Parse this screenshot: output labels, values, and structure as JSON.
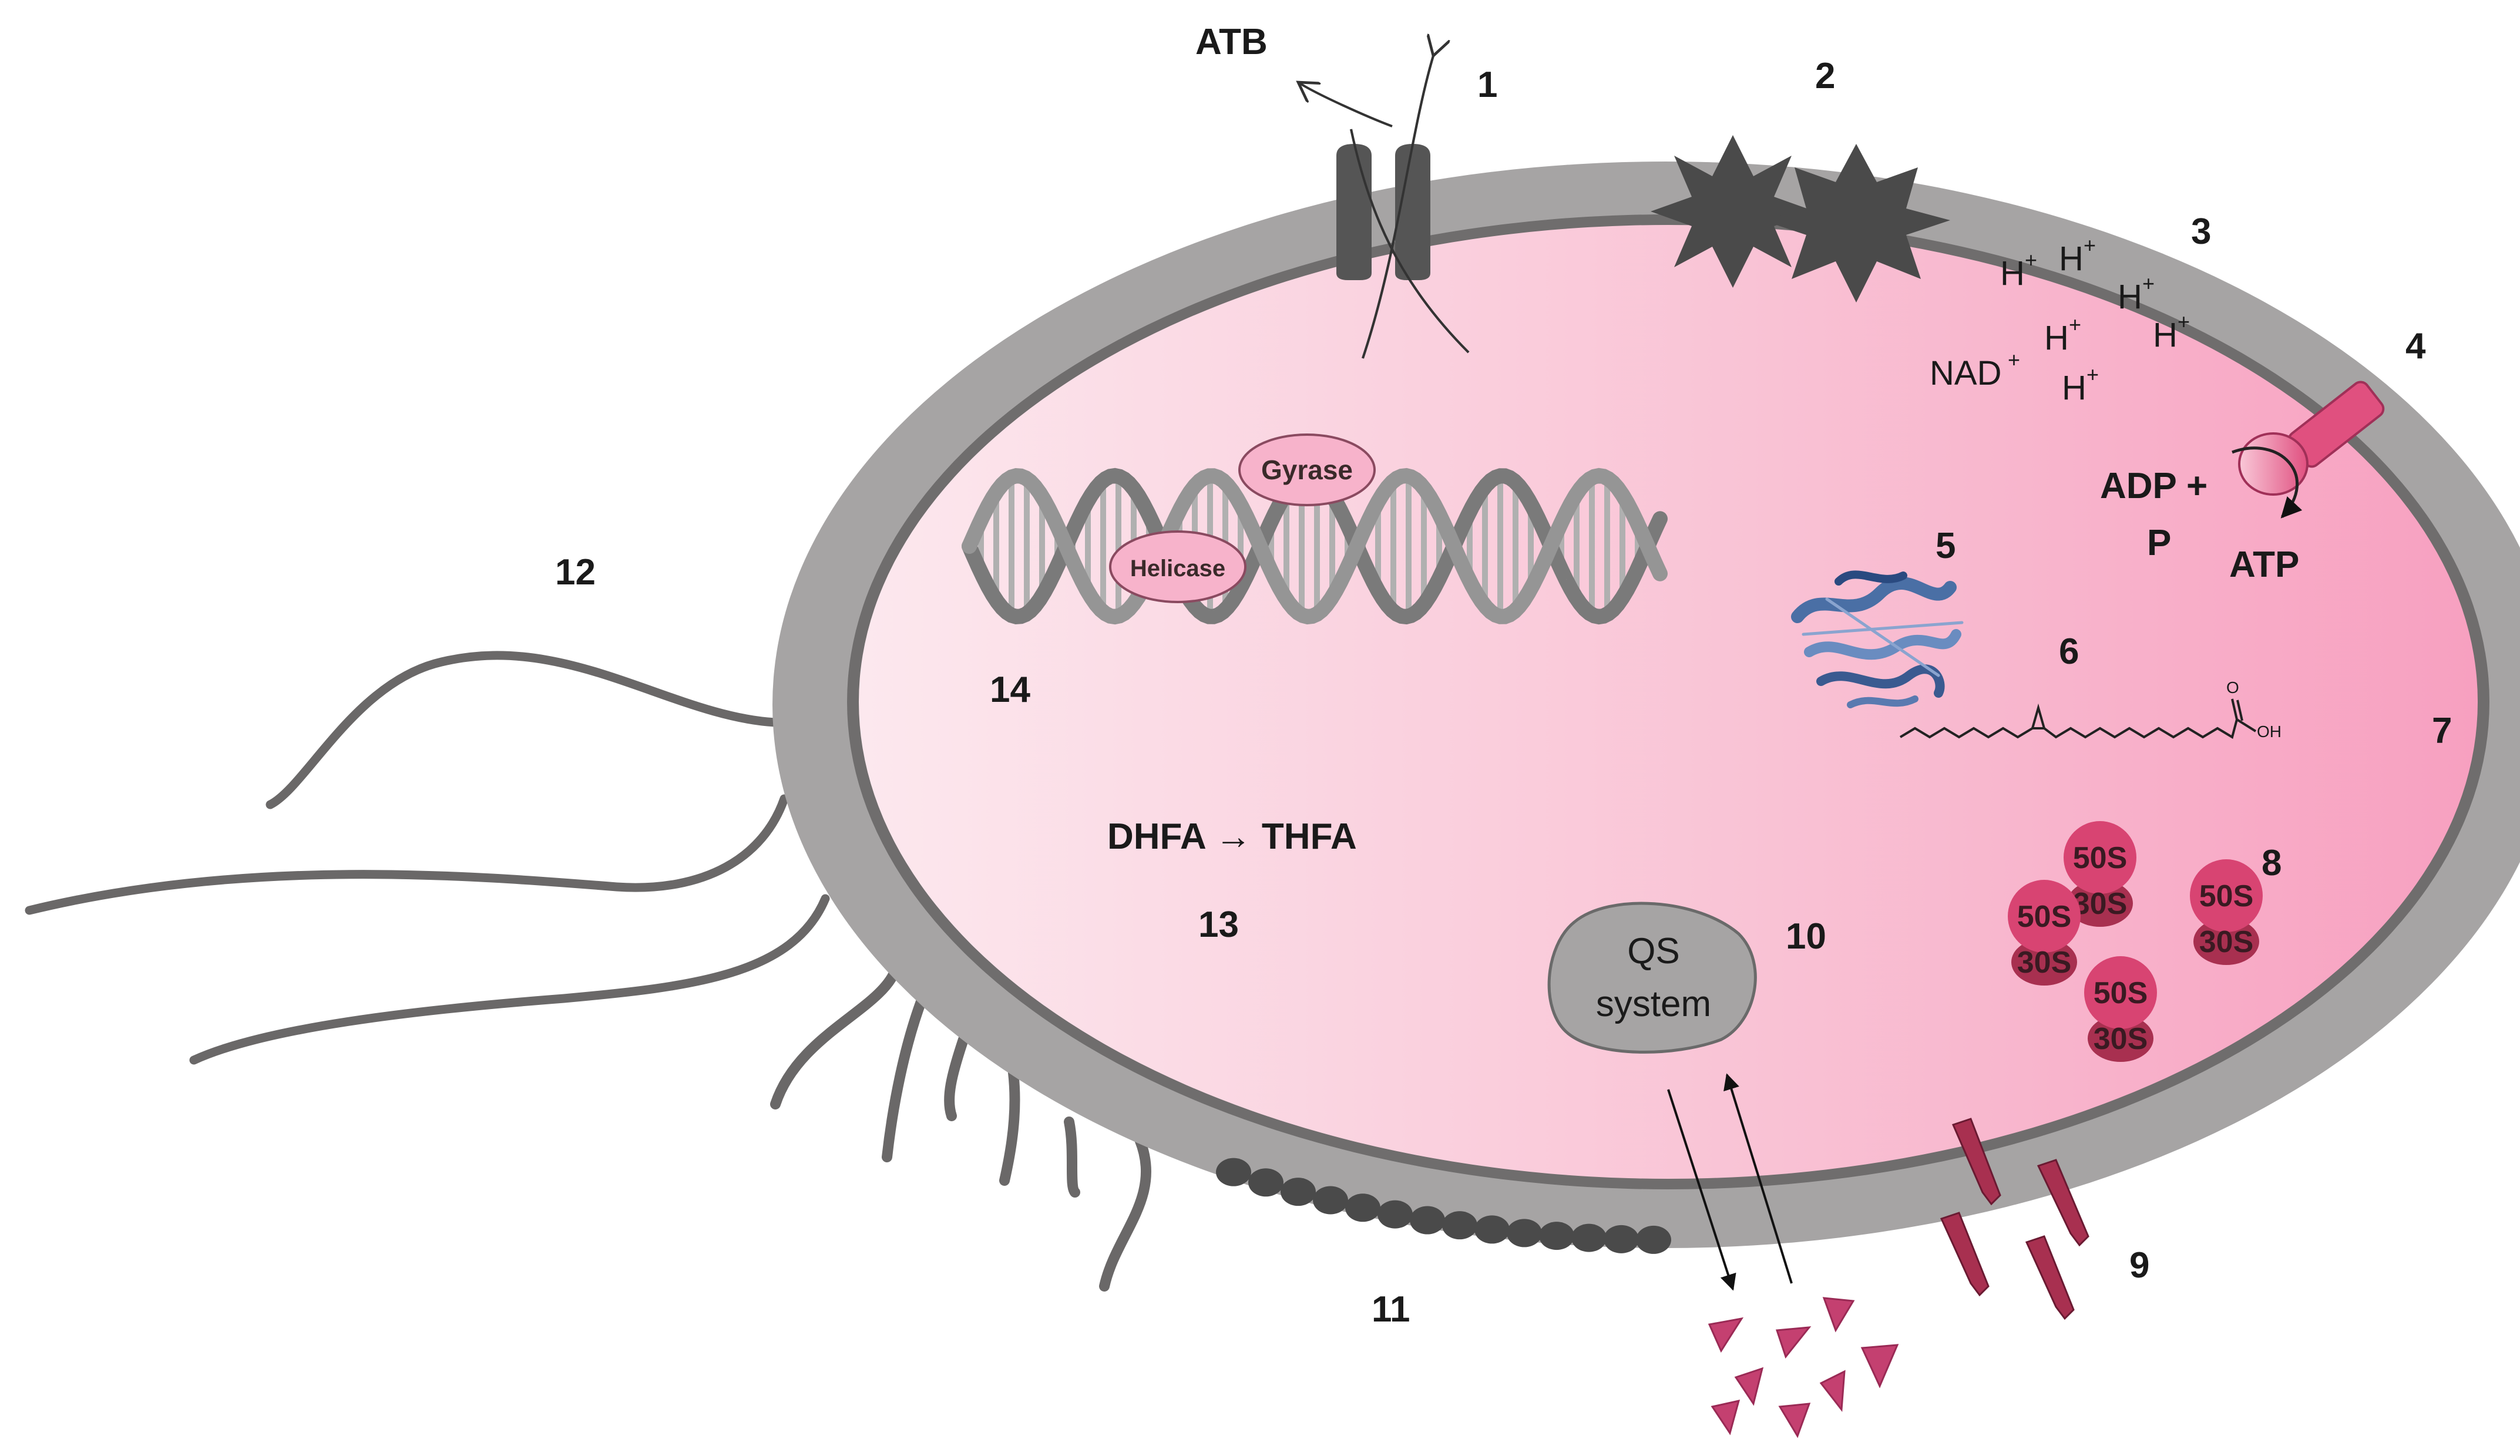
{
  "numbers": {
    "n1": "1",
    "n2": "2",
    "n3": "3",
    "n4": "4",
    "n5": "5",
    "n6": "6",
    "n7": "7",
    "n8": "8",
    "n9": "9",
    "n10": "10",
    "n11": "11",
    "n12": "12",
    "n13": "13",
    "n14": "14"
  },
  "labels": {
    "atb": "ATB",
    "h_plus": "H",
    "plus_sup": "+",
    "nad": "NAD",
    "adp": "ADP +",
    "p": "P",
    "atp": "ATP",
    "gyrase": "Gyrase",
    "helicase": "Helicase",
    "dhfa_thfa": "DHFA → THFA",
    "qs_line1": "QS",
    "qs_line2": "system",
    "oh": "OH",
    "o": "O"
  },
  "ribosomes": {
    "large": "50S",
    "small": "30S"
  },
  "colors": {
    "membrane": "#a6a4a4",
    "inner_membrane": "#6f6d6d",
    "cytoplasm_left": "#fbe4ea",
    "cytoplasm_right": "#f7a3c1",
    "pink_accent": "#e0507f",
    "dark_shape": "#4a4a4a",
    "dna": "#8a8a8a",
    "protein": "#4a6fa5",
    "ribosome": "#d84472",
    "ribosome_dark": "#a83050",
    "arrowhead": "#c44070"
  }
}
